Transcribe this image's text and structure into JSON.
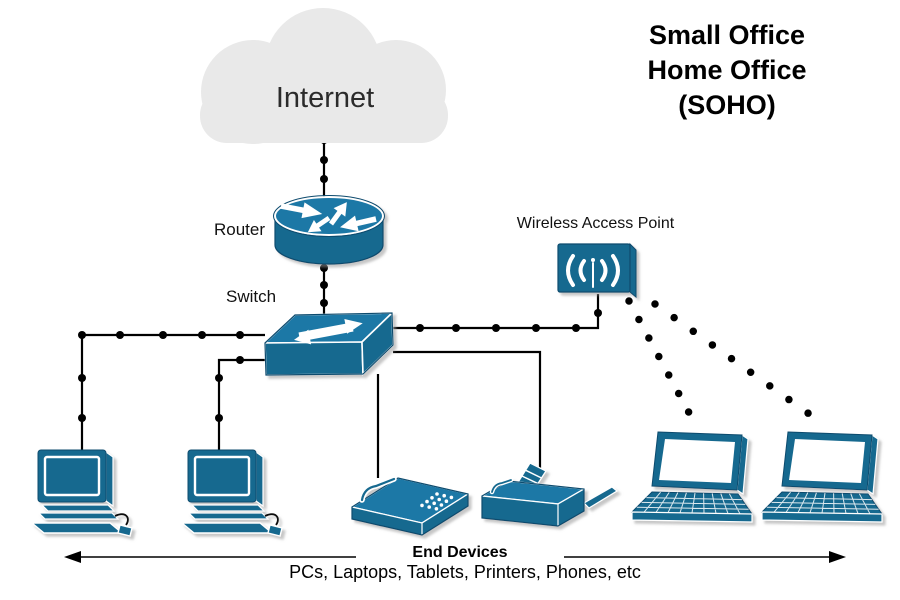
{
  "diagram": {
    "title_lines": [
      "Small Office",
      "Home Office",
      "(SOHO)"
    ],
    "nodes": {
      "internet": {
        "label": "Internet",
        "icon": "cloud-icon"
      },
      "router": {
        "label": "Router",
        "icon": "router-icon"
      },
      "switch": {
        "label": "Switch",
        "icon": "switch-icon"
      },
      "wireless_access_point": {
        "label": "Wireless Access Point",
        "icon": "wireless-access-point-icon"
      },
      "end_devices": {
        "icons": [
          "desktop-pc-icon",
          "desktop-pc-icon",
          "fax-phone-icon",
          "printer-icon",
          "laptop-icon",
          "laptop-icon"
        ]
      }
    },
    "links": {
      "wired_style": "solid line with round dots",
      "wireless_style": "dotted ray"
    },
    "footer": {
      "heading": "End Devices",
      "subtitle": "PCs, Laptops, Tablets, Printers, Phones, etc"
    }
  },
  "colors": {
    "device": "#17698f",
    "device_light": "#1f78a6",
    "device_dark": "#0d4b6e",
    "cloud": "#e9e9e9",
    "line": "#000000",
    "text": "#111111"
  }
}
